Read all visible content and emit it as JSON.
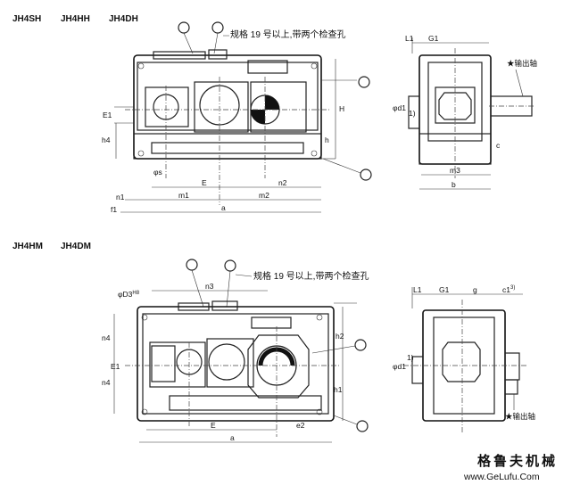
{
  "section_top": {
    "models": [
      "JH4SH",
      "JH4HH",
      "JH4DH"
    ],
    "note": "规格 19 号以上,带两个检查孔",
    "output_shaft": "输出轴",
    "labels": {
      "E1": "E1",
      "h4": "h4",
      "s": "φs",
      "n1": "n1",
      "f1": "f1",
      "m1": "m1",
      "m2": "m2",
      "E": "E",
      "n2": "n2",
      "a": "a",
      "H": "H",
      "h": "h",
      "L1": "L1",
      "G1": "G1",
      "d1": "φd1",
      "fn1": "1)",
      "c": "c",
      "m3": "m3",
      "b": "b"
    }
  },
  "section_bottom": {
    "models": [
      "JH4HM",
      "JH4DM"
    ],
    "note": "规格 19 号以上,带两个检查孔",
    "output_shaft": "输出轴",
    "labels": {
      "D3": "φD3",
      "D3sup": "H8",
      "n3": "n3",
      "n4a": "n4",
      "E1": "E1",
      "n4b": "n4",
      "E": "E",
      "e2": "e2",
      "a": "a",
      "h2": "h2",
      "h1": "h1",
      "L1": "L1",
      "G1": "G1",
      "g": "g",
      "c1": "c1",
      "c1sup": "3)",
      "d1": "φd1",
      "fn1": "1)"
    }
  },
  "watermark": {
    "title": "格鲁夫机械",
    "url": "www.GeLufu.Com"
  }
}
